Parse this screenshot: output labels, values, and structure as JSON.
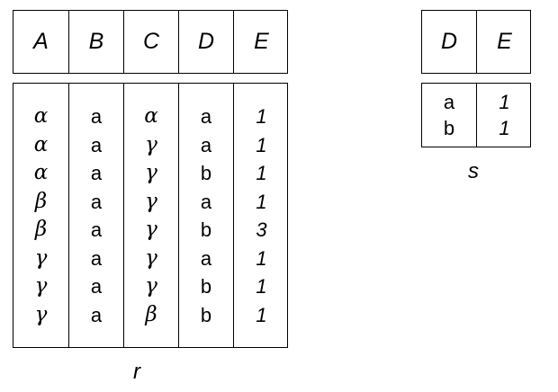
{
  "relation_r": {
    "name": "r",
    "columns": [
      {
        "header": "A",
        "kind": "greek",
        "values": [
          "α",
          "α",
          "α",
          "β",
          "β",
          "γ",
          "γ",
          "γ"
        ]
      },
      {
        "header": "B",
        "kind": "plain",
        "values": [
          "a",
          "a",
          "a",
          "a",
          "a",
          "a",
          "a",
          "a"
        ]
      },
      {
        "header": "C",
        "kind": "greek",
        "values": [
          "α",
          "γ",
          "γ",
          "γ",
          "γ",
          "γ",
          "γ",
          "β"
        ]
      },
      {
        "header": "D",
        "kind": "plain",
        "values": [
          "a",
          "a",
          "b",
          "a",
          "b",
          "a",
          "b",
          "b"
        ]
      },
      {
        "header": "E",
        "kind": "num",
        "values": [
          "1",
          "1",
          "1",
          "1",
          "3",
          "1",
          "1",
          "1"
        ]
      }
    ]
  },
  "relation_s": {
    "name": "s",
    "columns": [
      {
        "header": "D",
        "kind": "plain",
        "values": [
          "a",
          "b"
        ]
      },
      {
        "header": "E",
        "kind": "num",
        "values": [
          "1",
          "1"
        ]
      }
    ]
  }
}
